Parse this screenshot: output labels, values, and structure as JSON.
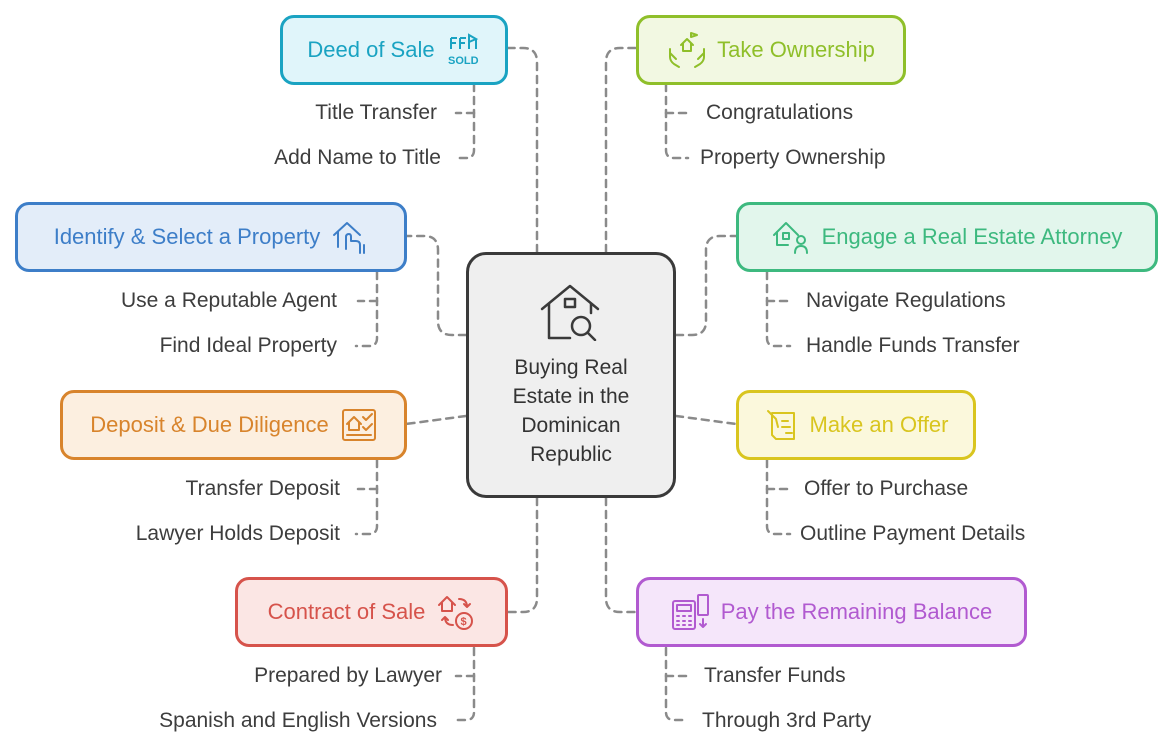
{
  "center": {
    "title": "Buying Real Estate in the Dominican Republic"
  },
  "topics": [
    {
      "label": "Deed of Sale",
      "color": "#1aa3c2",
      "fill": "#e0f5fa",
      "icon": "sold-sign-icon",
      "items": [
        "Title Transfer",
        "Add Name to Title"
      ]
    },
    {
      "label": "Identify & Select a Property",
      "color": "#3d7ec8",
      "fill": "#e3edf9",
      "icon": "house-hand-icon",
      "items": [
        "Use a Reputable Agent",
        "Find Ideal Property"
      ]
    },
    {
      "label": "Deposit & Due Diligence",
      "color": "#d8842c",
      "fill": "#fcefe0",
      "icon": "checklist-house-icon",
      "items": [
        "Transfer Deposit",
        "Lawyer Holds Deposit"
      ]
    },
    {
      "label": "Contract of Sale",
      "color": "#d6534b",
      "fill": "#fbe6e4",
      "icon": "house-exchange-icon",
      "items": [
        "Prepared by Lawyer",
        "Spanish and English Versions"
      ]
    },
    {
      "label": "Take Ownership",
      "color": "#8fbf2a",
      "fill": "#f2f8e2",
      "icon": "hands-house-icon",
      "items": [
        "Congratulations",
        "Property Ownership"
      ]
    },
    {
      "label": "Engage a Real Estate Attorney",
      "color": "#3db97f",
      "fill": "#e2f6ec",
      "icon": "house-person-icon",
      "items": [
        "Navigate Regulations",
        "Handle Funds Transfer"
      ]
    },
    {
      "label": "Make an Offer",
      "color": "#d9c51f",
      "fill": "#fbf8dc",
      "icon": "offer-document-icon",
      "items": [
        "Offer to Purchase",
        "Outline Payment Details"
      ]
    },
    {
      "label": "Pay the Remaining Balance",
      "color": "#b15ad0",
      "fill": "#f5e6fa",
      "icon": "calculator-card-icon",
      "items": [
        "Transfer Funds",
        "Through 3rd Party"
      ]
    }
  ]
}
